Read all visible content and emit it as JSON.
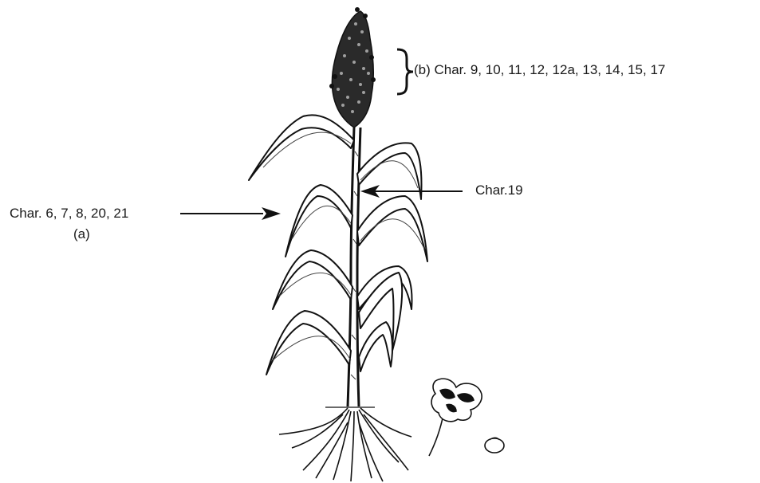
{
  "labels": {
    "panicle": "(b) Char. 9, 10, 11, 12, 12a, 13, 14, 15, 17",
    "stem": "Char.19",
    "leaf_line1": "Char. 6, 7, 8, 20, 21",
    "leaf_line2": "(a)"
  },
  "colors": {
    "ink": "#1a1a1a",
    "background": "#ffffff"
  }
}
